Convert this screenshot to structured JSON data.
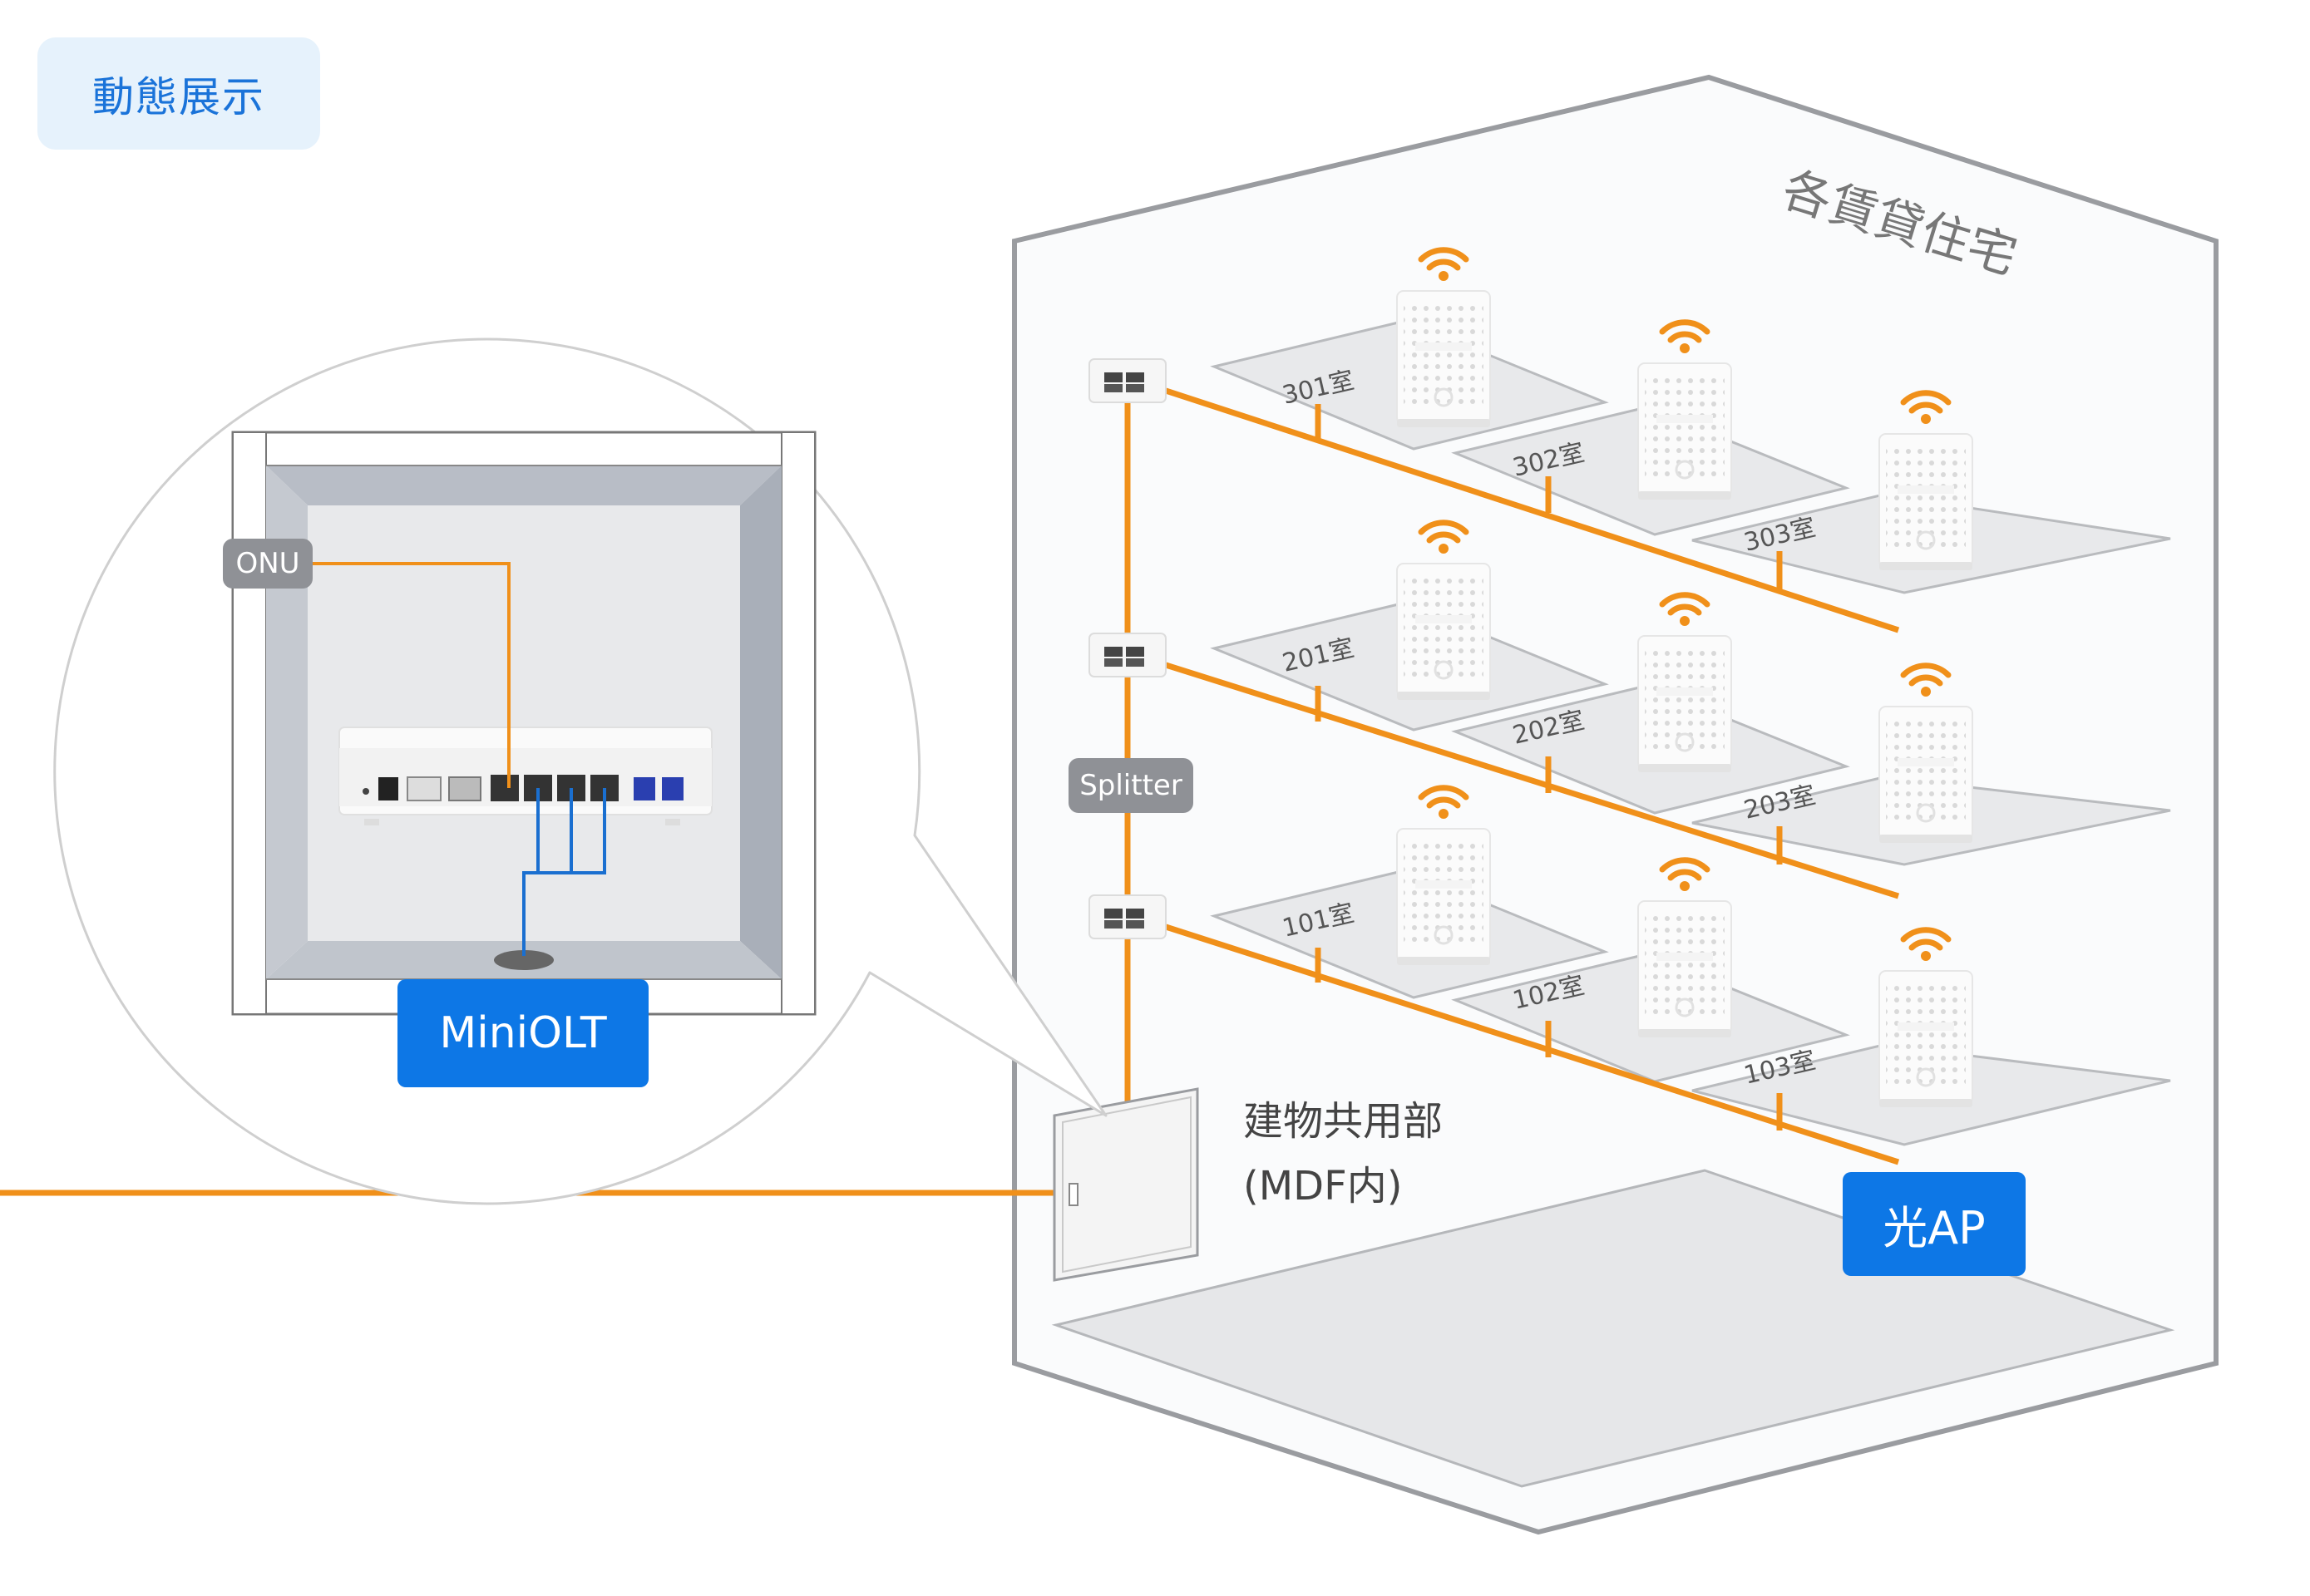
{
  "demo_button": {
    "label": "動態展示"
  },
  "building": {
    "title": "各賃貸住宅"
  },
  "tags": {
    "onu": "ONU",
    "splitter": "Splitter",
    "miniolt": "MiniOLT",
    "optical_ap": "光AP"
  },
  "common_area": {
    "line1": "建物共用部",
    "line2": "(MDF内)"
  },
  "rooms": [
    "301室",
    "302室",
    "303室",
    "201室",
    "202室",
    "203室",
    "101室",
    "102室",
    "103室"
  ],
  "colors": {
    "fiber": "#f0901a",
    "lan": "#1a6fd0",
    "accent_blue": "#0d77e6",
    "tag_gray": "#8f9196",
    "outline": "#9a9ca0"
  }
}
